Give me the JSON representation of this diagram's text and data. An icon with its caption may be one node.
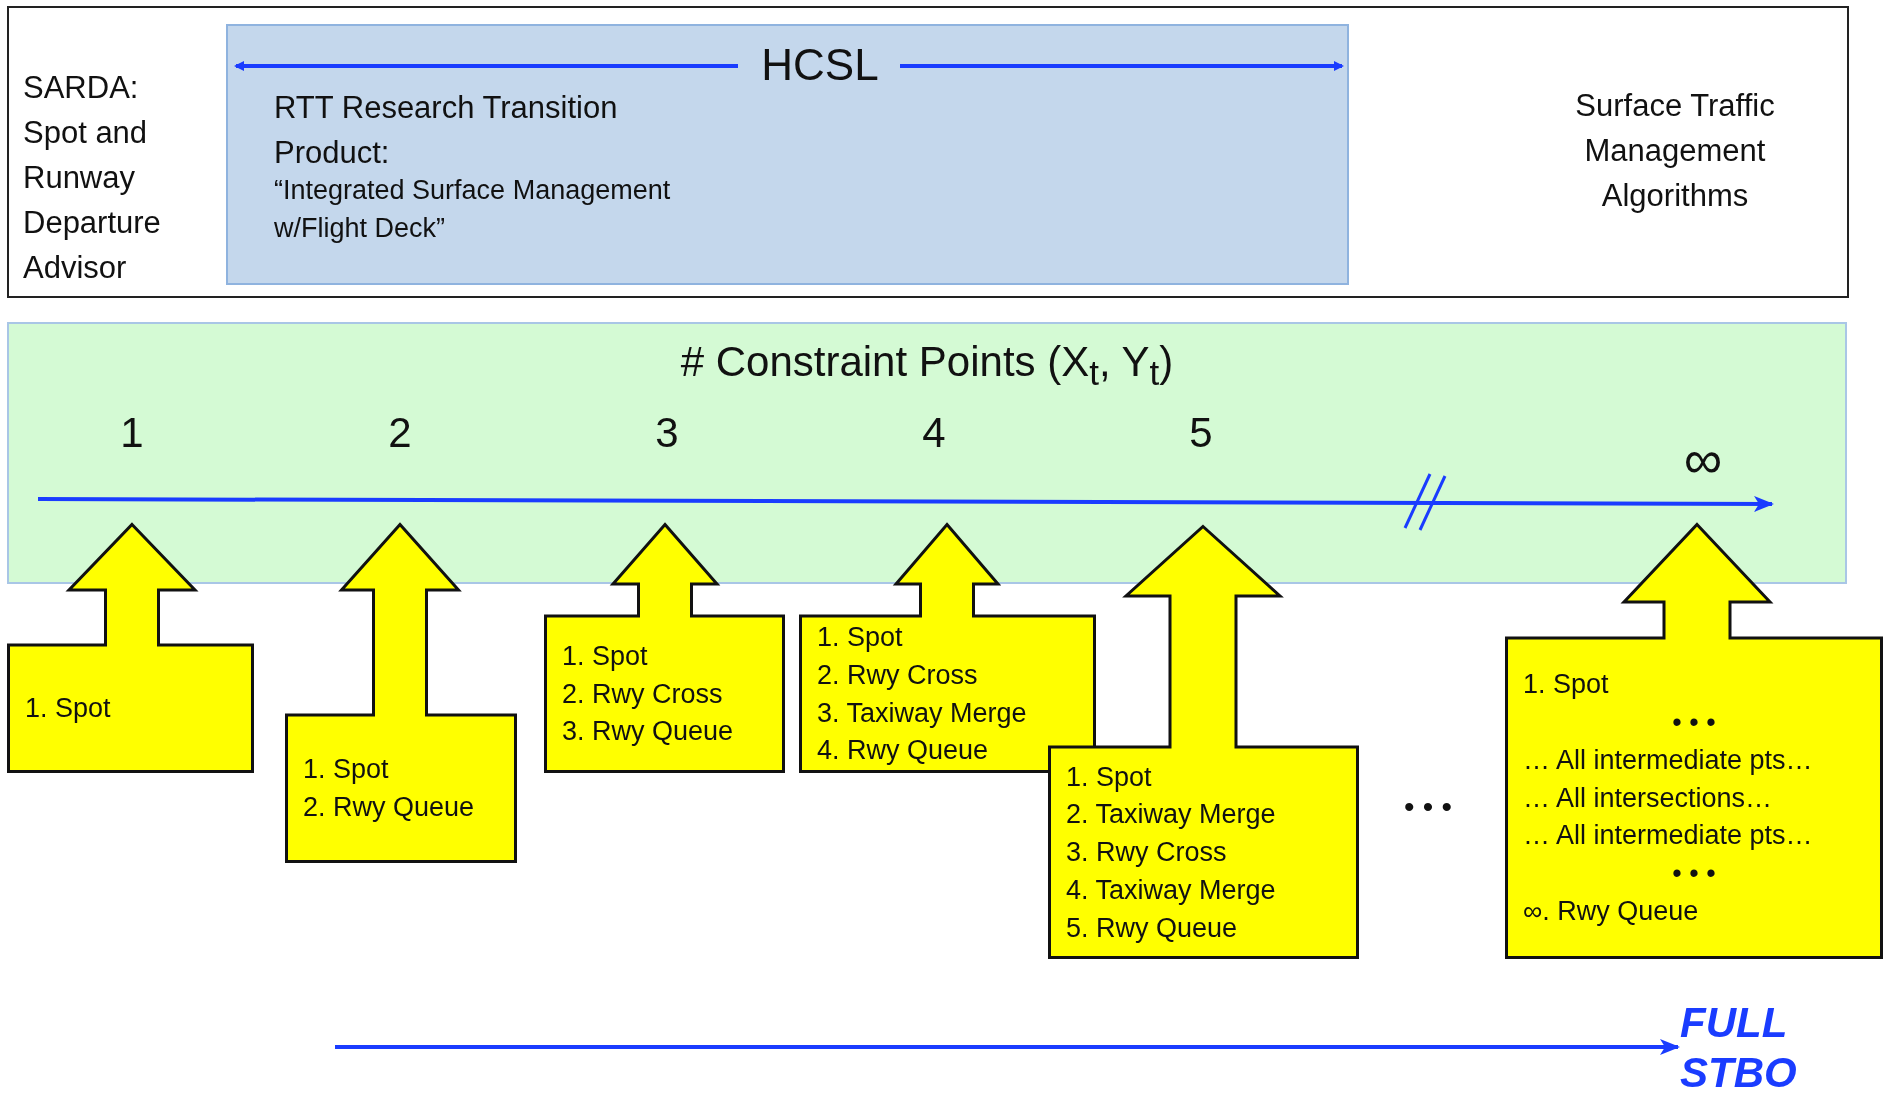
{
  "diagram": {
    "nodes": [
      {
        "text": [
          "SARDA: Spot and Runway Departure Advisor",
          "Surface Traffic Management Algorithms"
        ]
      },
      {
        "text": [
          "HCSL",
          "RTT Research Transition Product:",
          "“Integrated Surface Management w/Flight Deck”"
        ],
        "in": 0
      },
      {
        "text": [
          "# Constraint Points (X$_{t}$, Y$_{t}$)"
        ]
      },
      {
        "text": [
          "1. Spot"
        ]
      },
      {
        "text": [
          "1. Spot",
          "2. Rwy Queue"
        ]
      },
      {
        "text": [
          "1. Spot",
          "2. Rwy Cross",
          "3. Rwy Queue"
        ]
      },
      {
        "text": [
          "1. Spot",
          "2. Rwy Cross",
          "3. Taxiway Merge",
          "4. Rwy Queue"
        ]
      },
      {
        "text": [
          "1. Spot",
          "2. Taxiway Merge",
          "3. Rwy Cross",
          "4. Taxiway Merge",
          "5. Rwy Queue"
        ]
      },
      {
        "text": [
          "1.  Spot",
          "• • •",
          "… All intermediate pts…",
          "… All intersections…",
          "… All intermediate pts…",
          "• • •",
          "∞. Rwy Queue"
        ]
      },
      {
        "text": [
          "FULL STBO"
        ]
      }
    ],
    "edges": [
      {
        "from": null,
        "to": 9,
        "arrow": "to"
      }
    ],
    "labels": [
      "1",
      "2",
      "3",
      "4",
      "5",
      "∞",
      "• • •"
    ]
  }
}
